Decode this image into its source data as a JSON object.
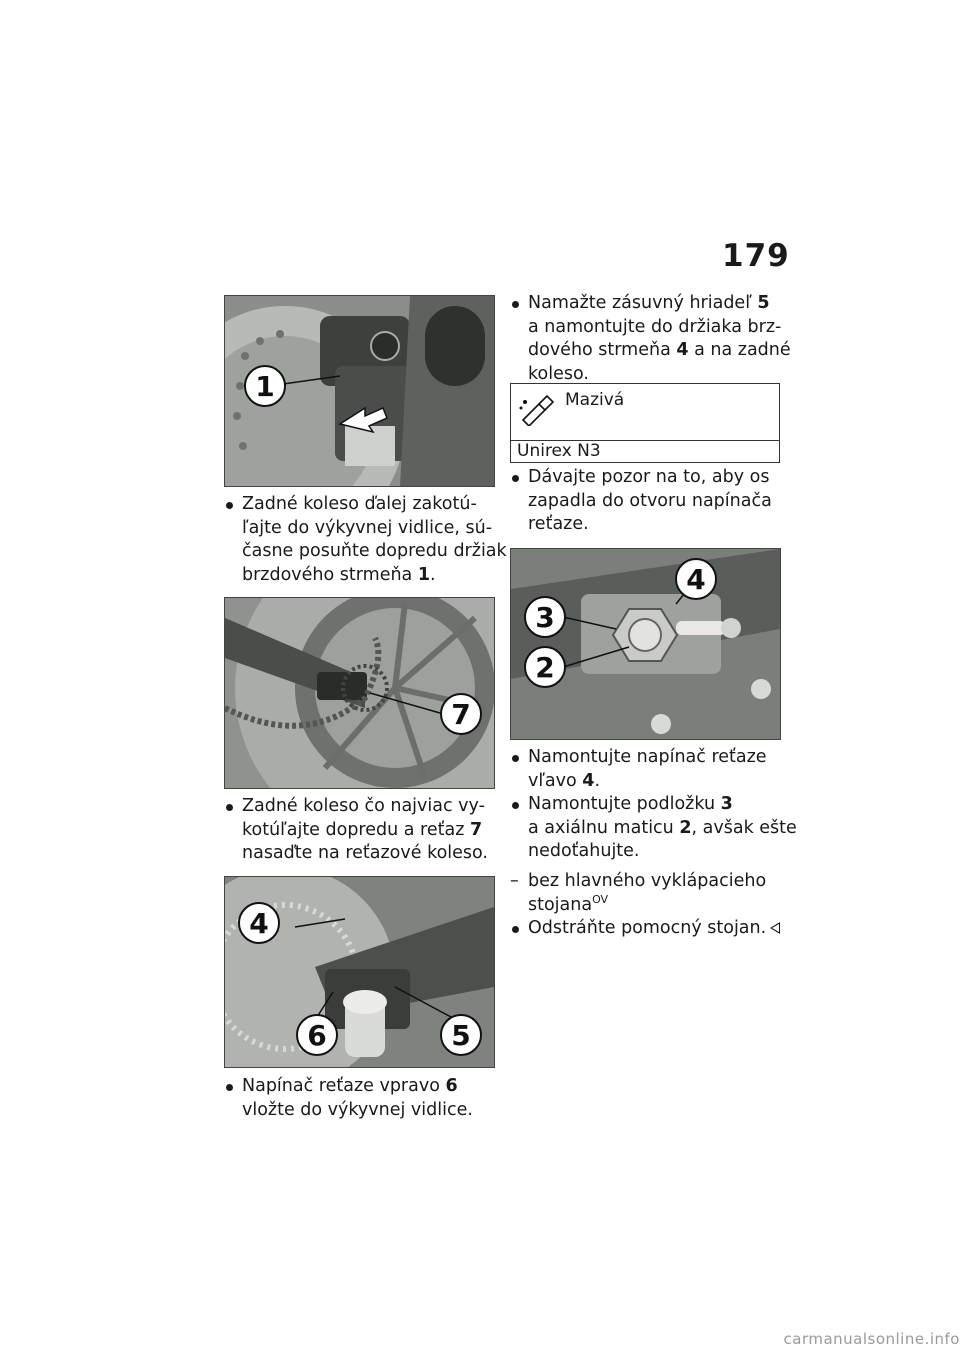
{
  "page": {
    "number": "179",
    "watermark": "carmanualsonline.info"
  },
  "figures": {
    "fig1": {
      "callouts": [
        "1"
      ]
    },
    "fig2": {
      "callouts": [
        "7"
      ]
    },
    "fig3": {
      "callouts": [
        "4",
        "6",
        "5"
      ]
    },
    "fig4": {
      "callouts": [
        "4",
        "3",
        "2"
      ]
    }
  },
  "left_column": {
    "step1": {
      "lines": [
        "Zadné koleso ďalej zakotú-",
        "ľajte do výkyvnej vidlice, sú-",
        "časne posuňte dopredu držiak"
      ],
      "last_line": "brzdového strmeňa ",
      "ref": "1",
      "suffix": "."
    },
    "step2": {
      "lines": [
        "Zadné koleso čo najviac vy-"
      ],
      "line2": "kotúľajte dopredu a reťaz ",
      "ref": "7",
      "last_line": "nasaďte na reťazové koleso."
    },
    "step3": {
      "line1": "Napínač reťaze vpravo ",
      "ref": "6",
      "last_line": "vložte do výkyvnej vidlice."
    }
  },
  "right_column": {
    "step4": {
      "line1": "Namažte zásuvný hriadeľ ",
      "ref1": "5",
      "line2": "a namontujte do držiaka brz-",
      "line3": "dového strmeňa ",
      "ref2": "4",
      "line3_end": " a na zadné",
      "line4": "koleso."
    },
    "lube": {
      "title": "Mazivá",
      "value": "Unirex N3",
      "icon": "lubricant-grease-gun-icon"
    },
    "step5": {
      "lines": [
        "Dávajte pozor na to, aby os",
        "zapadla do otvoru napínača",
        "reťaze."
      ]
    },
    "step6": {
      "line1": "Namontujte napínač reťaze",
      "line2": "vľavo ",
      "ref": "4",
      "suffix": "."
    },
    "step7": {
      "line1": "Namontujte podložku ",
      "ref1": "3",
      "line2": "a axiálnu maticu ",
      "ref2": "2",
      "line2_end": ", avšak ešte",
      "line3": "nedoťahujte."
    },
    "condition": {
      "dash": "–",
      "line1": "bez hlavného vyklápacieho",
      "line2": "stojana",
      "sup": "OV"
    },
    "step8": {
      "text": "Odstráňte pomocný stojan."
    }
  }
}
